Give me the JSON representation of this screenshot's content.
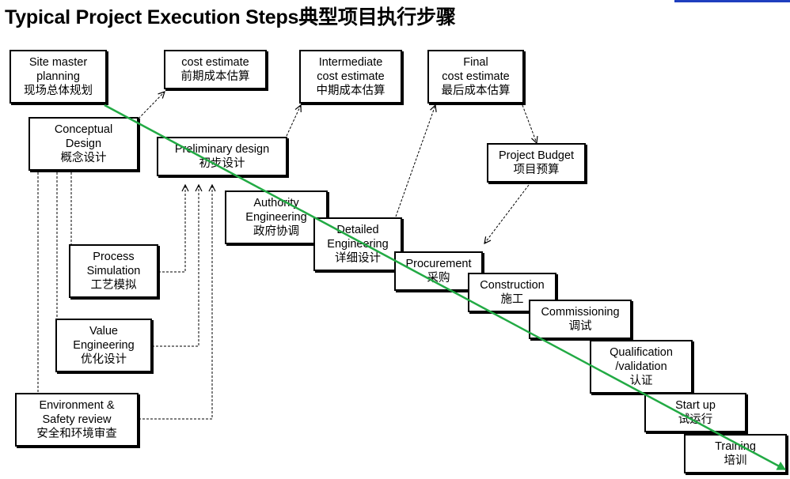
{
  "title": "Typical Project Execution Steps典型项目执行步骤",
  "colors": {
    "main_arrow": "#22aa44",
    "box_border": "#000000",
    "header_line": "#1f3fbf"
  },
  "boxes": {
    "site_master": {
      "lines": [
        "Site master",
        "planning",
        "现场总体规划"
      ]
    },
    "cost_estimate": {
      "lines": [
        "cost estimate",
        "前期成本估算"
      ]
    },
    "intermediate": {
      "lines": [
        "Intermediate",
        "cost estimate",
        "中期成本估算"
      ]
    },
    "final": {
      "lines": [
        "Final",
        "cost estimate",
        "最后成本估算"
      ]
    },
    "conceptual": {
      "lines": [
        "Conceptual",
        "Design",
        "概念设计"
      ]
    },
    "preliminary": {
      "lines": [
        "Preliminary design",
        "初步设计"
      ]
    },
    "project_budget": {
      "lines": [
        "Project Budget",
        "项目预算"
      ]
    },
    "authority": {
      "lines": [
        "Authority",
        "Engineering",
        "政府协调"
      ]
    },
    "detailed": {
      "lines": [
        "Detailed",
        "Engineering",
        "详细设计"
      ]
    },
    "process_sim": {
      "lines": [
        "Process",
        "Simulation",
        "工艺模拟"
      ]
    },
    "procurement": {
      "lines": [
        "Procurement",
        "采购"
      ]
    },
    "construction": {
      "lines": [
        "Construction",
        "施工"
      ]
    },
    "commissioning": {
      "lines": [
        "Commissioning",
        "调试"
      ]
    },
    "value_eng": {
      "lines": [
        "Value",
        "Engineering",
        "优化设计"
      ]
    },
    "qualification": {
      "lines": [
        "Qualification",
        "/validation",
        "认证"
      ]
    },
    "env_safety": {
      "lines": [
        "Environment &",
        "Safety review",
        "安全和环境审查"
      ]
    },
    "startup": {
      "lines": [
        "Start up",
        "试运行"
      ]
    },
    "training": {
      "lines": [
        "Training",
        "培训"
      ]
    }
  }
}
